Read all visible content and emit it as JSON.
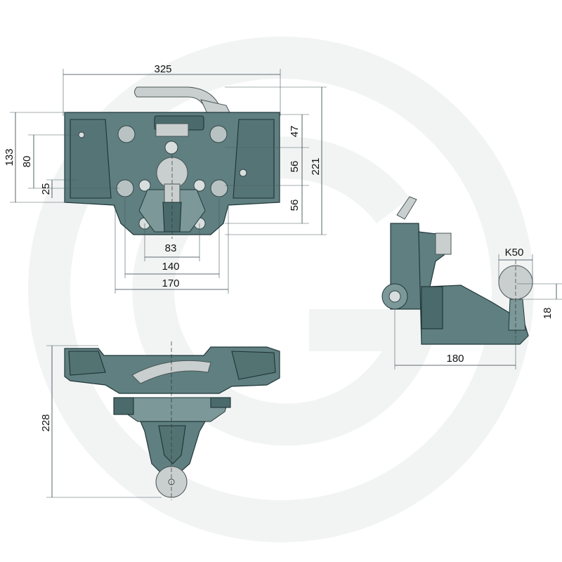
{
  "colors": {
    "part_body": "#5f7f80",
    "chrome": "#c9cfcf",
    "watermark": "#f2f4f4"
  },
  "dimensions": {
    "width_top": "325",
    "height_221": "221",
    "height_133": "133",
    "height_80": "80",
    "height_25": "25",
    "right_47": "47",
    "right_56a": "56",
    "right_56b": "56",
    "bottom_83": "83",
    "bottom_140": "140",
    "bottom_170": "170",
    "ball_k50": "K50",
    "side_18": "18",
    "side_180": "180",
    "bottom_view_228": "228"
  }
}
